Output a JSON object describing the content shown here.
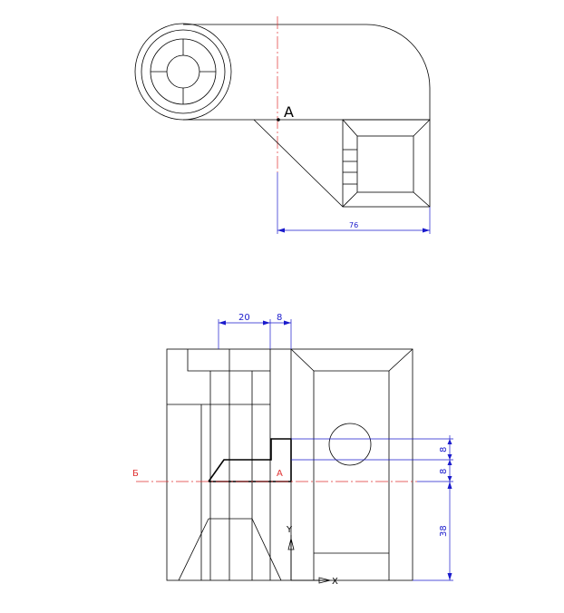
{
  "drawing": {
    "point_label_top": "A",
    "point_label_bottom": "A",
    "section_label": "Б",
    "axis_x": "X",
    "axis_y": "Y",
    "dimensions": {
      "width_76": "76",
      "d20": "20",
      "d8_top": "8",
      "d8_right_upper": "8",
      "d8_right_lower": "8",
      "d38": "38"
    },
    "colors": {
      "outline": "#000000",
      "axis": "#e03030",
      "dimension": "#1a1acc",
      "label_red": "#e03030"
    }
  }
}
